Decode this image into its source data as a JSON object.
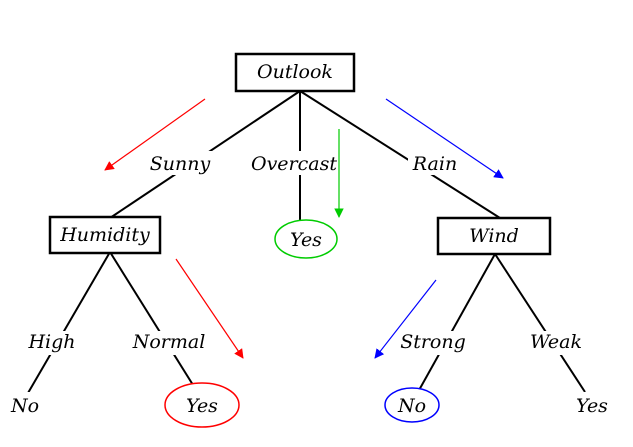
{
  "tree": {
    "root": {
      "label": "Outlook"
    },
    "branches": {
      "sunny": "Sunny",
      "overcast": "Overcast",
      "rain": "Rain",
      "high": "High",
      "normal": "Normal",
      "strong": "Strong",
      "weak": "Weak"
    },
    "nodes": {
      "humidity": "Humidity",
      "wind": "Wind"
    },
    "leaves": {
      "overcast_yes": "Yes",
      "high_no": "No",
      "normal_yes": "Yes",
      "strong_no": "No",
      "weak_yes": "Yes"
    }
  },
  "colors": {
    "red_path": "#ff0000",
    "green_path": "#00cc00",
    "blue_path": "#0000ff",
    "outline": "#000000"
  }
}
